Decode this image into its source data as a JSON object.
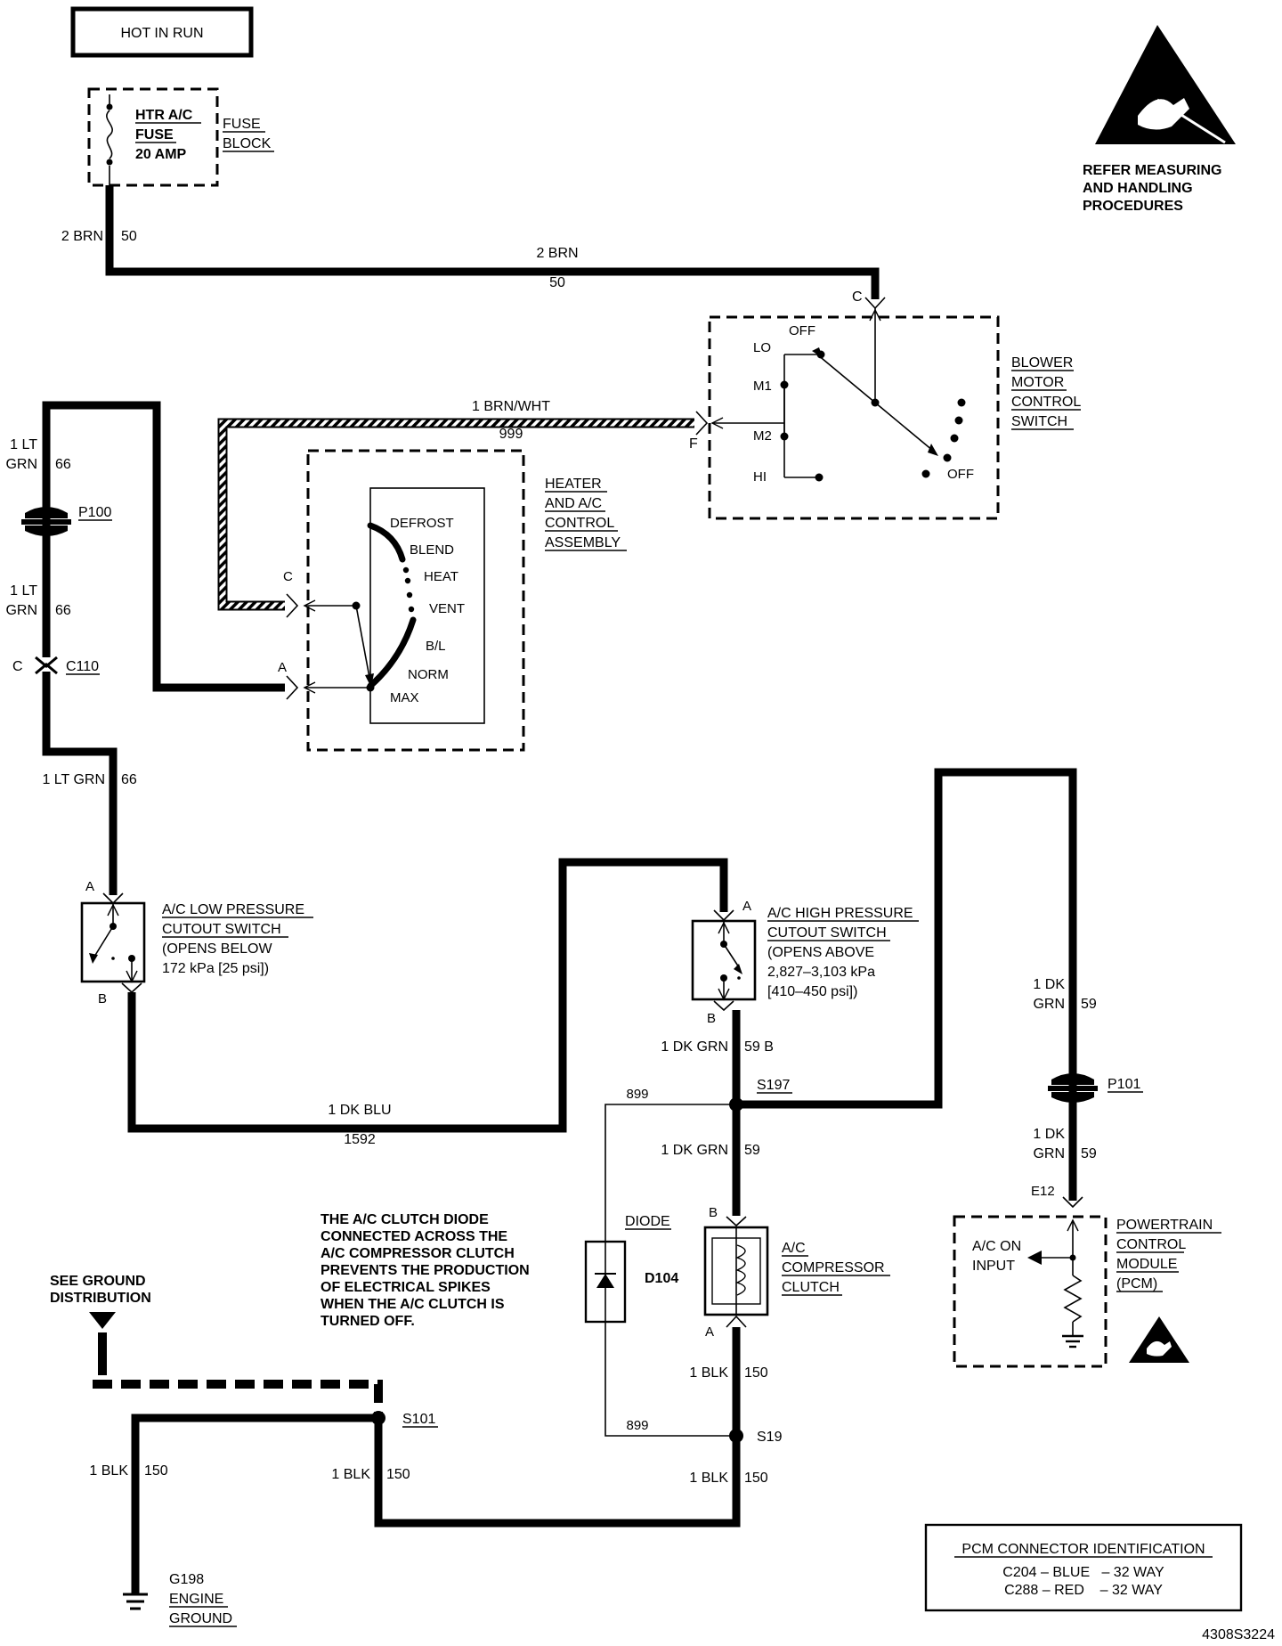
{
  "power_source": "HOT IN RUN",
  "fuse": {
    "name_line1": "HTR  A/C",
    "name_line2": "FUSE",
    "rating": "20 AMP",
    "block_line1": "FUSE",
    "block_line2": "BLOCK"
  },
  "esd_warning": {
    "line1": "REFER MEASURING",
    "line2": "AND HANDLING",
    "line3": "PROCEDURES"
  },
  "wires": {
    "w50_left_gauge": "2 BRN",
    "w50_left_circuit": "50",
    "w50_top_gauge": "2 BRN",
    "w50_top_circuit": "50",
    "w999_gauge": "1 BRN/WHT",
    "w999_circuit": "999",
    "w66_a_line1": "1 LT",
    "w66_a_line2": "GRN",
    "w66_a_circuit": "66",
    "w66_b_line1": "1 LT",
    "w66_b_line2": "GRN",
    "w66_b_circuit": "66",
    "w66_c_gauge": "1 LT GRN",
    "w66_c_circuit": "66",
    "w1592_gauge": "1 DK BLU",
    "w1592_circuit": "1592",
    "w59_a_gauge": "1 DK GRN",
    "w59_a_circuit": "59 B",
    "w59_b_gauge": "1 DK GRN",
    "w59_b_circuit": "59",
    "w59_c_line1": "1 DK",
    "w59_c_line2": "GRN",
    "w59_c_circuit": "59",
    "w59_d_line1": "1 DK",
    "w59_d_line2": "GRN",
    "w59_d_circuit": "59",
    "w899_top": "899",
    "w899_bottom": "899",
    "w150_a_gauge": "1 BLK",
    "w150_a_circuit": "150",
    "w150_b_gauge": "1 BLK",
    "w150_b_circuit": "150",
    "w150_c_gauge": "1 BLK",
    "w150_c_circuit": "150",
    "w150_d_gauge": "1 BLK",
    "w150_d_circuit": "150"
  },
  "blower_switch": {
    "line1": "BLOWER",
    "line2": "MOTOR",
    "line3": "CONTROL",
    "line4": "SWITCH",
    "pin_c": "C",
    "pin_f": "F",
    "pos_off_top": "OFF",
    "pos_lo": "LO",
    "pos_m1": "M1",
    "pos_m2": "M2",
    "pos_hi": "HI",
    "pos_off_bottom": "OFF"
  },
  "hvac_control": {
    "line1": "HEATER",
    "line2": "AND A/C",
    "line3": "CONTROL",
    "line4": "ASSEMBLY",
    "pin_c": "C",
    "pin_a": "A",
    "modes": [
      "DEFROST",
      "BLEND",
      "HEAT",
      "VENT",
      "B/L",
      "NORM",
      "MAX"
    ]
  },
  "connectors": {
    "p100": "P100",
    "c110": "C110",
    "c110_pin": "C",
    "p101": "P101"
  },
  "low_pressure_switch": {
    "line1": "A/C LOW PRESSURE",
    "line2": "CUTOUT SWITCH",
    "line3": "(OPENS BELOW",
    "line4": "172 kPa [25 psi])",
    "pin_a": "A",
    "pin_b": "B"
  },
  "high_pressure_switch": {
    "line1": "A/C HIGH PRESSURE",
    "line2": "CUTOUT SWITCH",
    "line3": "(OPENS ABOVE",
    "line4": "2,827–3,103 kPa",
    "line5": "[410–450 psi])",
    "pin_a": "A",
    "pin_b": "B"
  },
  "splices": {
    "s197": "S197",
    "s19": "S19",
    "s101": "S101"
  },
  "diode": {
    "label": "DIODE",
    "id": "D104"
  },
  "clutch": {
    "line1": "A/C",
    "line2": "COMPRESSOR",
    "line3": "CLUTCH",
    "pin_b": "B",
    "pin_a": "A"
  },
  "diode_note": [
    "THE A/C CLUTCH DIODE",
    "CONNECTED ACROSS THE",
    "A/C COMPRESSOR CLUTCH",
    "PREVENTS THE PRODUCTION",
    "OF ELECTRICAL SPIKES",
    "WHEN THE A/C CLUTCH IS",
    "TURNED OFF."
  ],
  "pcm": {
    "line1": "POWERTRAIN",
    "line2": "CONTROL",
    "line3": "MODULE",
    "line4": "(PCM)",
    "pin": "E12",
    "input_line1": "A/C ON",
    "input_line2": "INPUT"
  },
  "ground_ref": {
    "line1": "SEE GROUND",
    "line2": "DISTRIBUTION"
  },
  "ground": {
    "id": "G198",
    "line1": "ENGINE",
    "line2": "GROUND"
  },
  "pcm_connector_id": {
    "title": "PCM CONNECTOR IDENTIFICATION",
    "row1": "C204 – BLUE   – 32 WAY",
    "row2": "C288 – RED    – 32 WAY"
  },
  "diagram_id": "4308S3224"
}
